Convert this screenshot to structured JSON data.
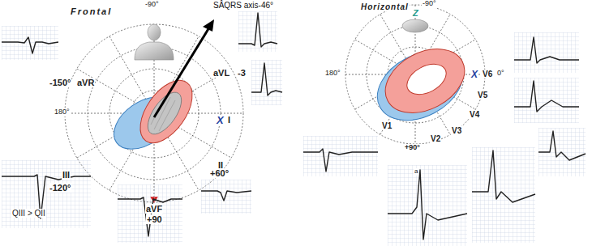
{
  "diagram": {
    "labels": [
      "Frontal",
      "-90°",
      "SÂQRS axis-46°",
      "aVL",
      "-3",
      "-150°",
      "aVR",
      "180°",
      "X",
      "I",
      "III",
      "-120°",
      "aVF",
      "+90",
      "II",
      "+60°",
      "QIII > QII",
      "Horizontal",
      "-90°",
      "Z",
      "180°",
      "X",
      "V6",
      "0°",
      "V5",
      "V4",
      "V3",
      "V2",
      "V1",
      "+90°",
      "a"
    ]
  }
}
